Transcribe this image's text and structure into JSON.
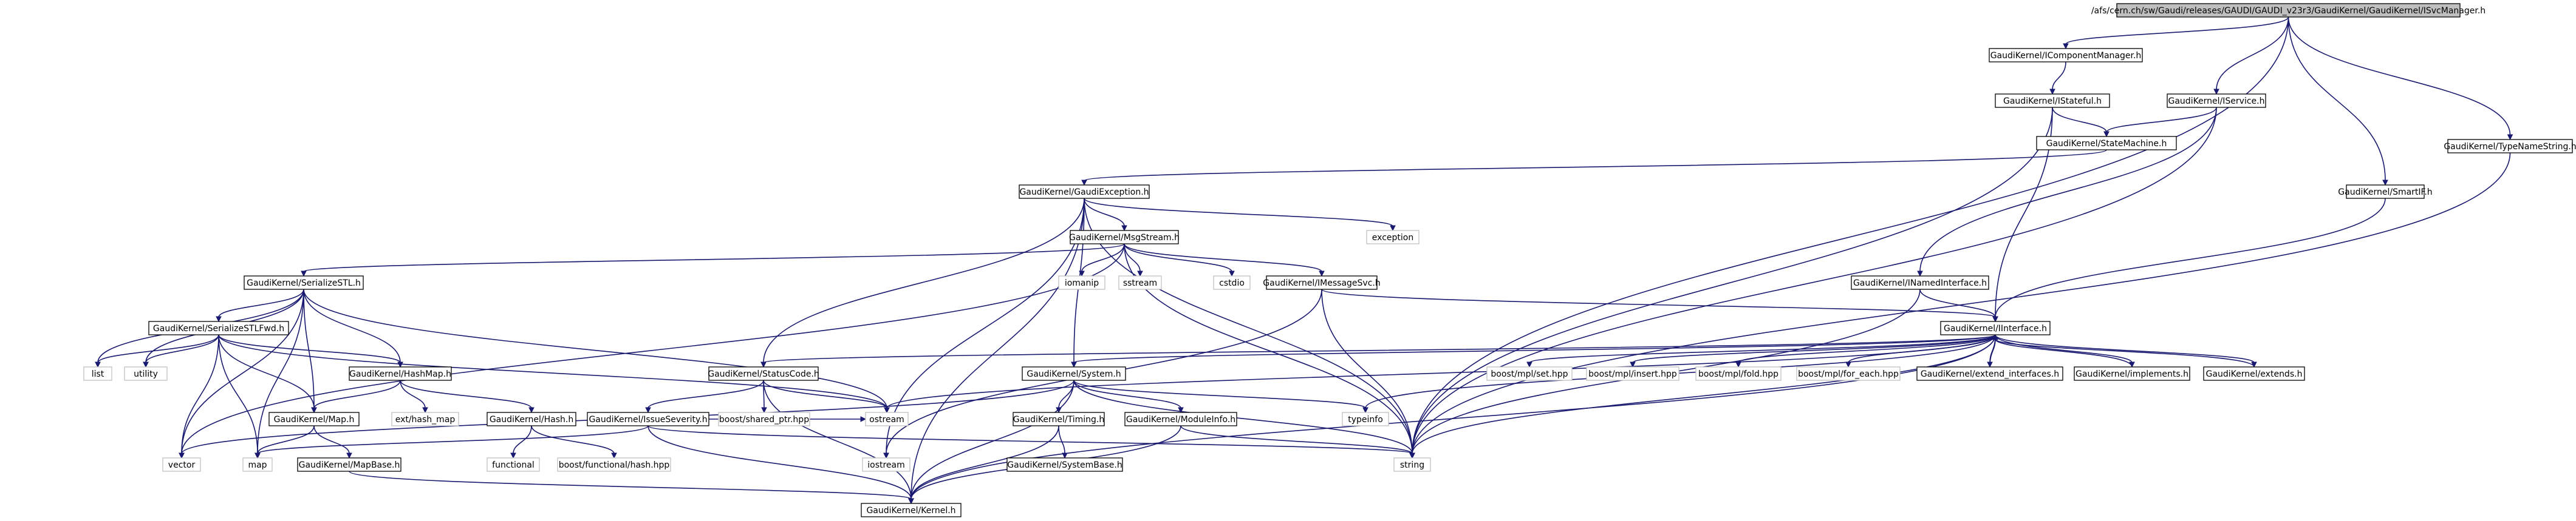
{
  "nodes": [
    {
      "id": "root",
      "label": "/afs/cern.ch/sw/Gaudi/releases/GAUDI/GAUDI_v23r3/GaudiKernel/GaudiKernel/ISvcManager.h",
      "root": true
    },
    {
      "id": "icm",
      "label": "GaudiKernel/IComponentManager.h"
    },
    {
      "id": "istateful",
      "label": "GaudiKernel/IStateful.h"
    },
    {
      "id": "iservice",
      "label": "GaudiKernel/IService.h"
    },
    {
      "id": "statemachine",
      "label": "GaudiKernel/StateMachine.h"
    },
    {
      "id": "smartif",
      "label": "GaudiKernel/SmartIF.h"
    },
    {
      "id": "typenamestring",
      "label": "GaudiKernel/TypeNameString.h"
    },
    {
      "id": "gaudiexception",
      "label": "GaudiKernel/GaudiException.h"
    },
    {
      "id": "exception",
      "label": "exception",
      "ext": true
    },
    {
      "id": "msgstream",
      "label": "GaudiKernel/MsgStream.h"
    },
    {
      "id": "serializestl",
      "label": "GaudiKernel/SerializeSTL.h"
    },
    {
      "id": "iomanip",
      "label": "iomanip",
      "ext": true
    },
    {
      "id": "sstream",
      "label": "sstream",
      "ext": true
    },
    {
      "id": "cstdio",
      "label": "cstdio",
      "ext": true
    },
    {
      "id": "imessagesvc",
      "label": "GaudiKernel/IMessageSvc.h"
    },
    {
      "id": "inamedinterface",
      "label": "GaudiKernel/INamedInterface.h"
    },
    {
      "id": "serializestlfwd",
      "label": "GaudiKernel/SerializeSTLFwd.h"
    },
    {
      "id": "list",
      "label": "list",
      "ext": true
    },
    {
      "id": "utility",
      "label": "utility",
      "ext": true
    },
    {
      "id": "hashmap",
      "label": "GaudiKernel/HashMap.h"
    },
    {
      "id": "iinterface",
      "label": "GaudiKernel/IInterface.h"
    },
    {
      "id": "statuscode",
      "label": "GaudiKernel/StatusCode.h"
    },
    {
      "id": "system",
      "label": "GaudiKernel/System.h"
    },
    {
      "id": "boostset",
      "label": "boost/mpl/set.hpp",
      "ext": true
    },
    {
      "id": "boostinsert",
      "label": "boost/mpl/insert.hpp",
      "ext": true
    },
    {
      "id": "boostfold",
      "label": "boost/mpl/fold.hpp",
      "ext": true
    },
    {
      "id": "boostforeach",
      "label": "boost/mpl/for_each.hpp",
      "ext": true
    },
    {
      "id": "extendinterfaces",
      "label": "GaudiKernel/extend_interfaces.h"
    },
    {
      "id": "implements",
      "label": "GaudiKernel/implements.h"
    },
    {
      "id": "extends",
      "label": "GaudiKernel/extends.h"
    },
    {
      "id": "map_h",
      "label": "GaudiKernel/Map.h"
    },
    {
      "id": "exthashmap",
      "label": "ext/hash_map",
      "ext": true
    },
    {
      "id": "hash",
      "label": "GaudiKernel/Hash.h"
    },
    {
      "id": "issueseverity",
      "label": "GaudiKernel/IssueSeverity.h"
    },
    {
      "id": "boostsharedptr",
      "label": "boost/shared_ptr.hpp",
      "ext": true
    },
    {
      "id": "ostream",
      "label": "ostream",
      "ext": true
    },
    {
      "id": "timing",
      "label": "GaudiKernel/Timing.h"
    },
    {
      "id": "moduleinfo",
      "label": "GaudiKernel/ModuleInfo.h"
    },
    {
      "id": "typeinfo",
      "label": "typeinfo",
      "ext": true
    },
    {
      "id": "vector",
      "label": "vector",
      "ext": true
    },
    {
      "id": "map",
      "label": "map",
      "ext": true
    },
    {
      "id": "mapbase",
      "label": "GaudiKernel/MapBase.h"
    },
    {
      "id": "functional",
      "label": "functional",
      "ext": true
    },
    {
      "id": "boostfunctionalhash",
      "label": "boost/functional/hash.hpp",
      "ext": true
    },
    {
      "id": "iostream",
      "label": "iostream",
      "ext": true
    },
    {
      "id": "systembase",
      "label": "GaudiKernel/SystemBase.h"
    },
    {
      "id": "string",
      "label": "string",
      "ext": true
    },
    {
      "id": "kernel",
      "label": "GaudiKernel/Kernel.h"
    }
  ]
}
